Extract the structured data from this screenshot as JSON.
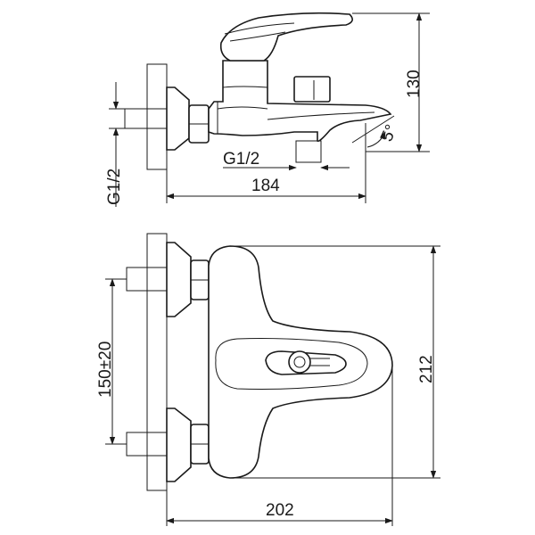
{
  "side_view": {
    "height_label": "130",
    "length_label": "184",
    "inlet_thread_label": "G1/2",
    "outlet_thread_label": "G1/2",
    "spout_angle_label": "5°"
  },
  "top_view": {
    "spacing_label": "150±20",
    "depth_label": "212",
    "width_label": "202"
  }
}
